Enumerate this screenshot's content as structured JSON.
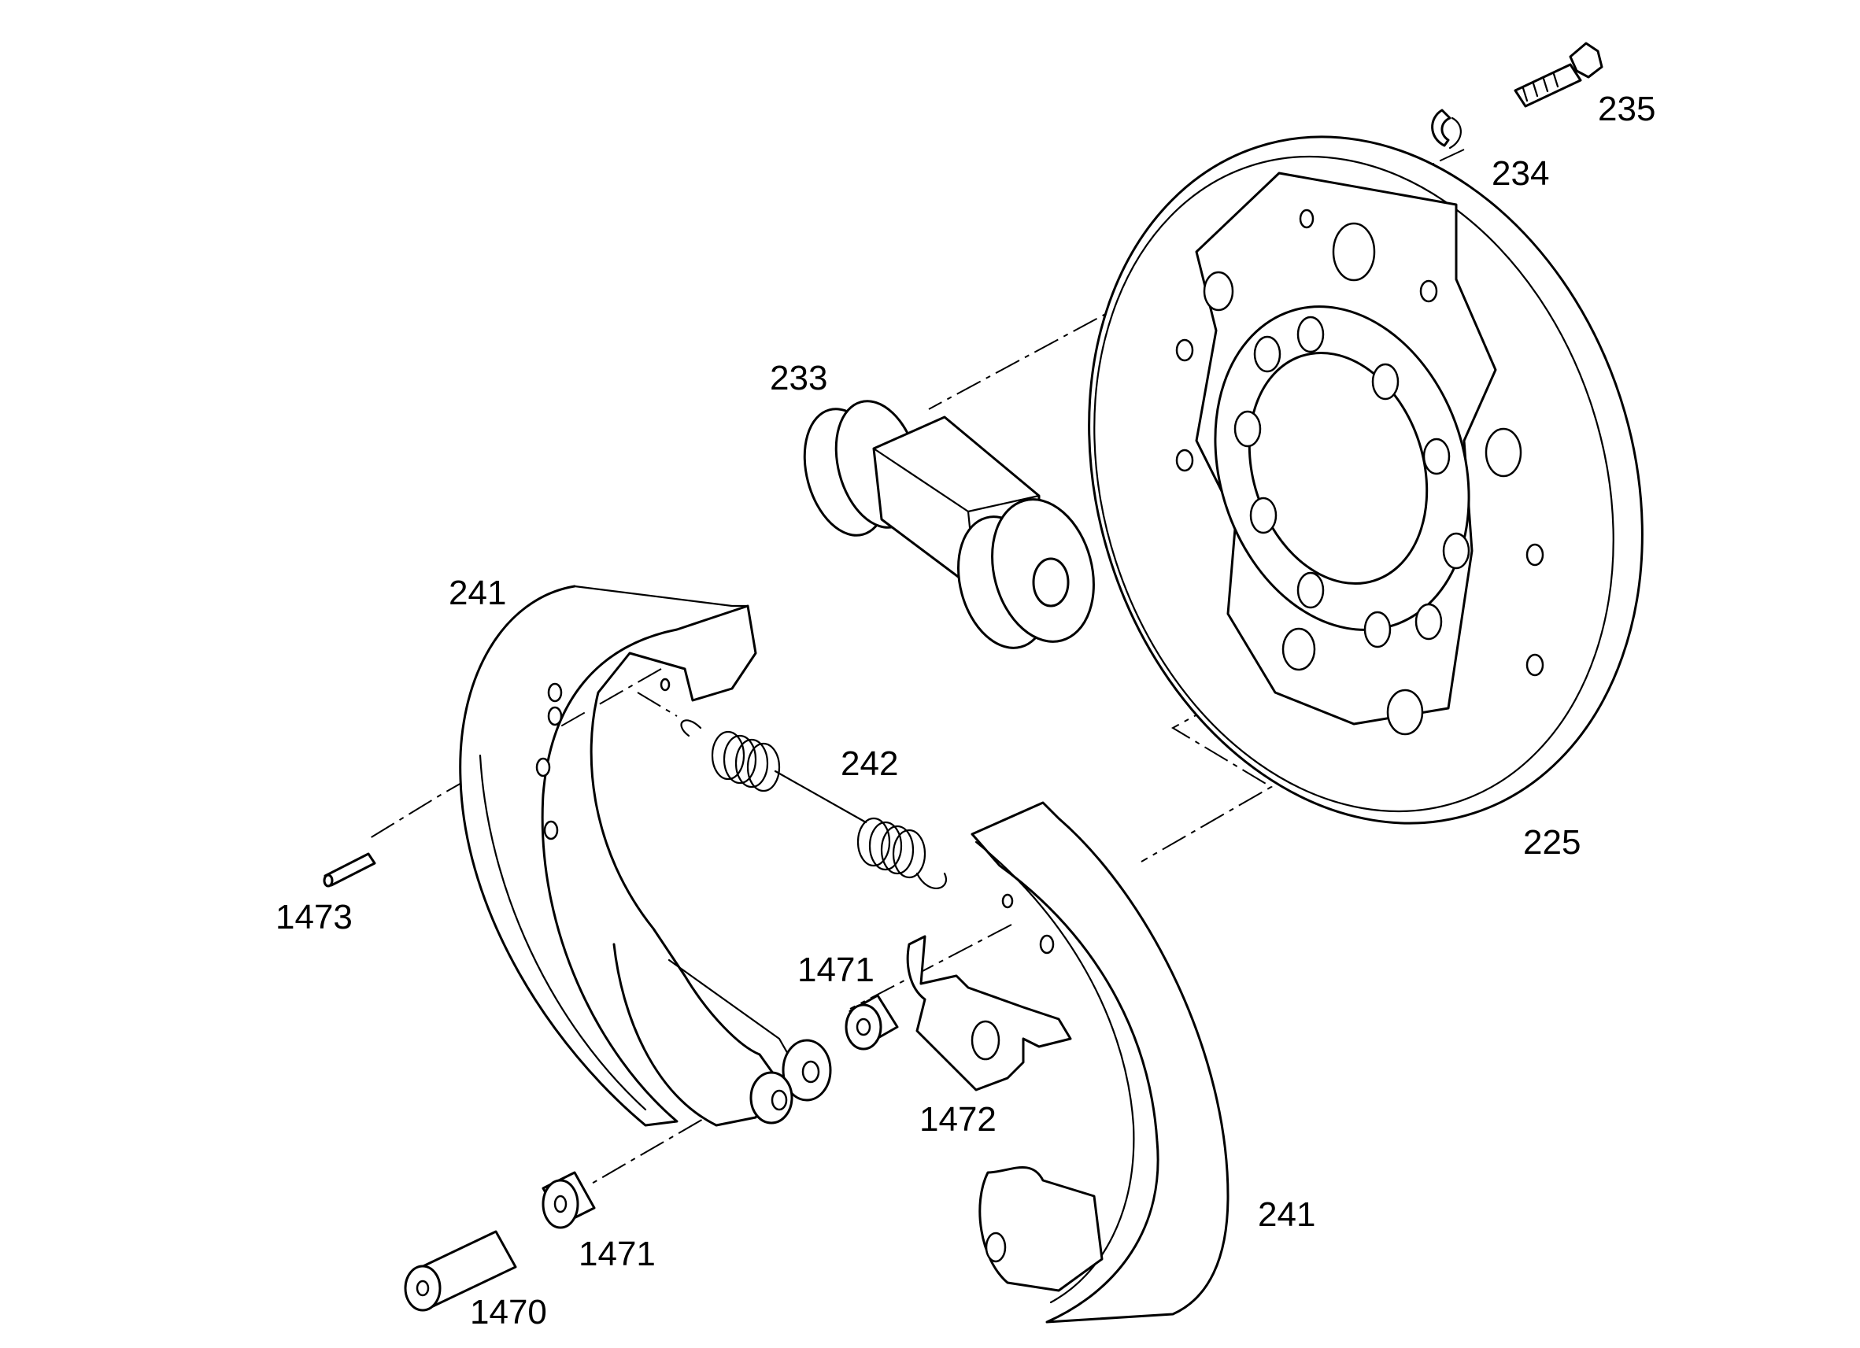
{
  "labels": {
    "p225": "225",
    "p233": "233",
    "p234": "234",
    "p235": "235",
    "p241_top": "241",
    "p241_bottom": "241",
    "p242": "242",
    "p1470": "1470",
    "p1471_upper": "1471",
    "p1471_lower": "1471",
    "p1472": "1472",
    "p1473": "1473"
  }
}
